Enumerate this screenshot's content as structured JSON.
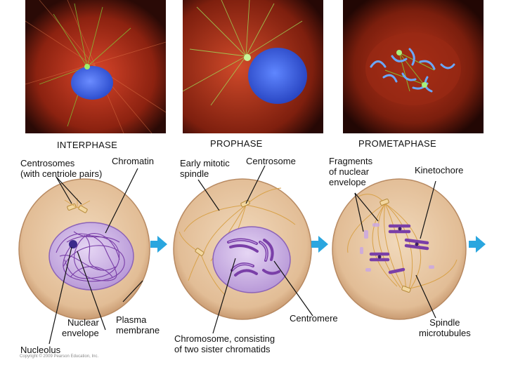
{
  "phases": {
    "interphase": "INTERPHASE",
    "prophase": "PROPHASE",
    "prometaphase": "PROMETAPHASE"
  },
  "labels": {
    "centrosomes_line1": "Centrosomes",
    "centrosomes_line2": "(with centriole pairs)",
    "chromatin": "Chromatin",
    "nuclear_envelope_line1": "Nuclear",
    "nuclear_envelope_line2": "envelope",
    "plasma_membrane_line1": "Plasma",
    "plasma_membrane_line2": "membrane",
    "nucleolus": "Nucleolus",
    "early_spindle_line1": "Early mitotic",
    "early_spindle_line2": "spindle",
    "centrosome": "Centrosome",
    "centromere": "Centromere",
    "chromosome_line1": "Chromosome, consisting",
    "chromosome_line2": "of two sister chromatids",
    "fragments_line1": "Fragments",
    "fragments_line2": "of nuclear",
    "fragments_line3": "envelope",
    "kinetochore": "Kinetochore",
    "spindle_line1": "Spindle",
    "spindle_line2": "microtubules"
  },
  "copyright": "Copyright © 2009 Pearson Education, Inc.",
  "colors": {
    "cell_fill": "#e8c9a6",
    "cell_edge": "#c79b73",
    "nucleus_fill": "#cbb2e3",
    "chromatin": "#7a3fa8",
    "spindle": "#d8a24a",
    "arrow": "#2aa6df",
    "micro_red": "#c23a1c",
    "micro_blue": "#3f6fe0",
    "micro_green": "#7fd43a"
  }
}
